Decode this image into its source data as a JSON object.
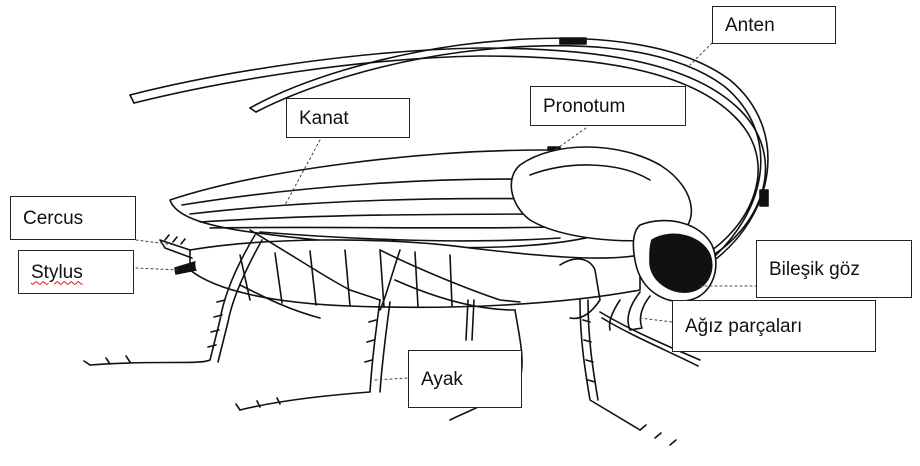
{
  "diagram": {
    "subject": "cockroach",
    "labels": {
      "anten": "Anten",
      "pronotum": "Pronotum",
      "kanat": "Kanat",
      "cercus": "Cercus",
      "stylus": "Stylus",
      "bilesik_goz": "Bileşik göz",
      "agiz_parcalari": "Ağız parçaları",
      "ayak": "Ayak"
    },
    "colors": {
      "ink": "#111111",
      "label_border": "#222222",
      "spellcheck_underline": "#dd1111"
    }
  }
}
